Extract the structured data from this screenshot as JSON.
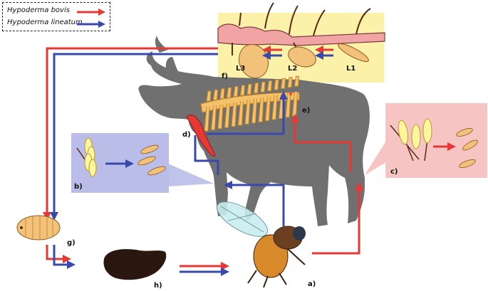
{
  "legend": {
    "items": [
      {
        "label": "Hypoderma bovis",
        "color": "#e53935"
      },
      {
        "label": "Hypoderma lineatum",
        "color": "#3949ab"
      }
    ]
  },
  "labels": {
    "a": "a)",
    "b": "b)",
    "c": "c)",
    "d": "d)",
    "e": "e)",
    "f": "f)",
    "g": "g)",
    "h": "h)",
    "l1": "L1",
    "l2": "L2",
    "l3": "L3"
  },
  "colors": {
    "bovis": "#e53935",
    "lineatum": "#3949ab",
    "cow": "#707070",
    "skin_panel": "#fbf1a9",
    "egg_panel_b": "#b9bde8",
    "egg_panel_c": "#f7c4c4",
    "skin": "#f0a4a4",
    "larva": "#f2c27a",
    "spine": "#f5c26b",
    "pupa": "#2a1810"
  },
  "icons": {
    "cow": "cow-silhouette-icon",
    "fly": "warble-fly-icon",
    "larva": "larva-icon",
    "pupa": "pupa-icon",
    "eggs": "eggs-on-hair-icon",
    "spine": "spine-icon",
    "esophagus": "esophagus-icon"
  }
}
